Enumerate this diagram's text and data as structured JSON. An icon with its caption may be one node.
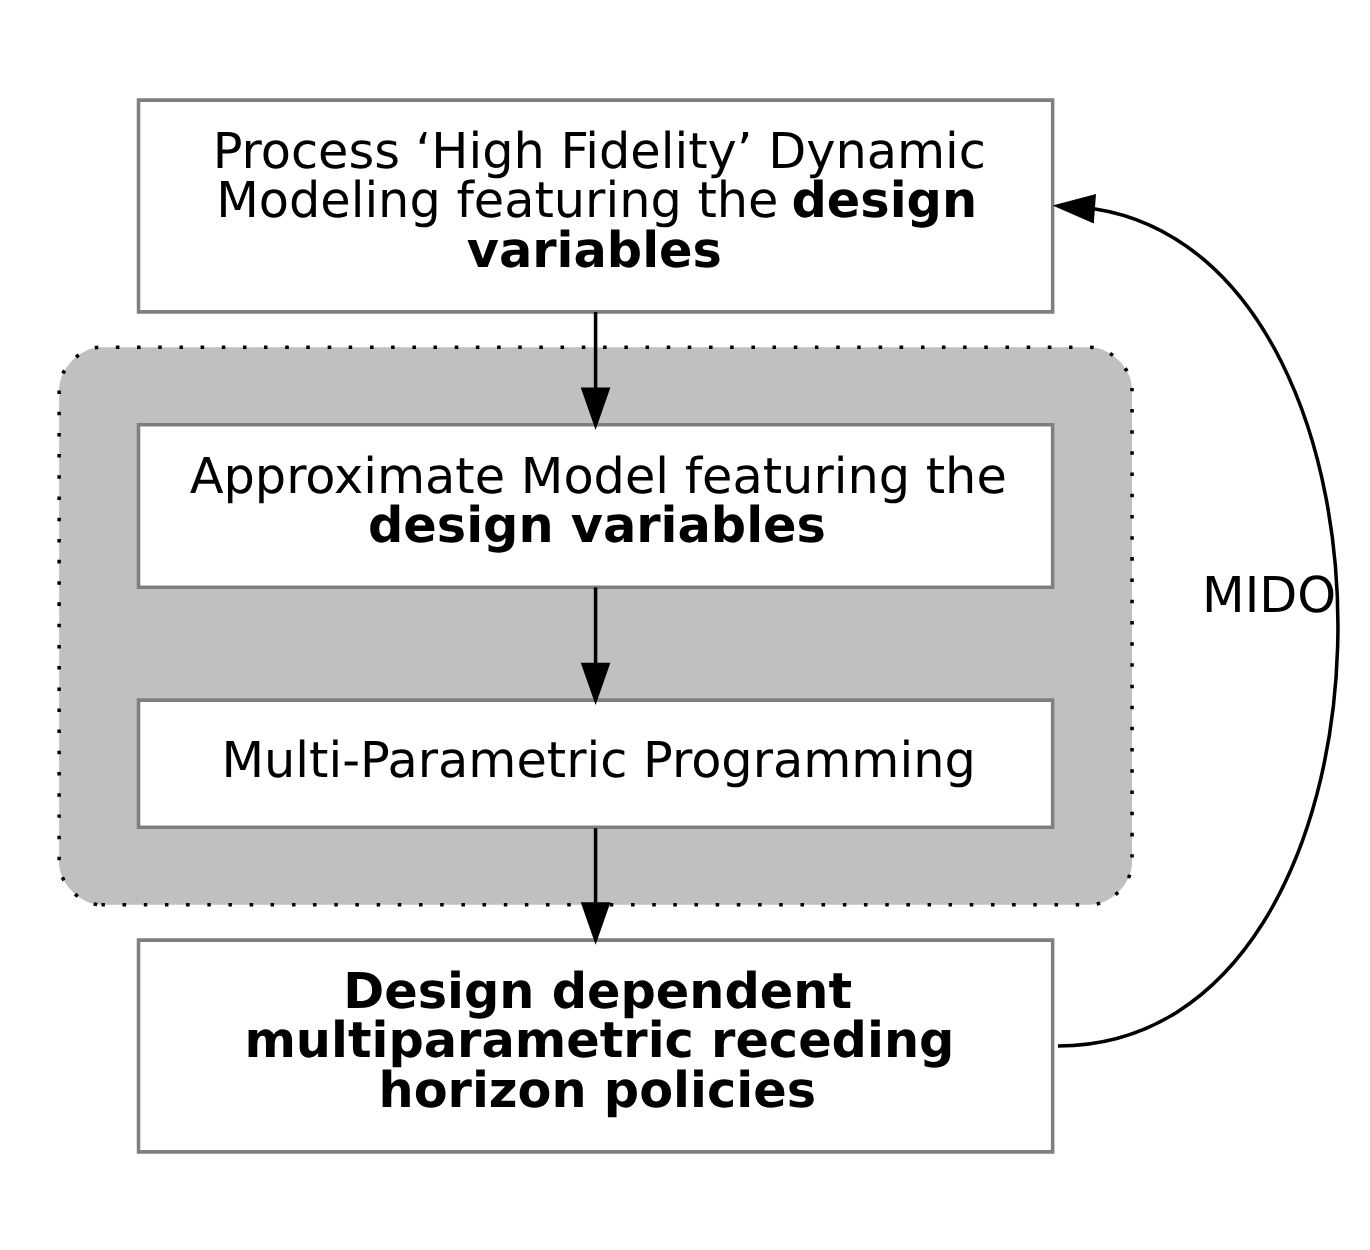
{
  "diagram": {
    "nodes": [
      {
        "text": [
          "Process ‘High Fidelity’ Dynamic Modeling featuring the **design variables**"
        ]
      },
      {
        "text": [],
        "shape": "box"
      },
      {
        "text": [
          "Approximate Model featuring the **design variables**"
        ],
        "in": 1
      },
      {
        "text": [
          "Multi-Parametric Programming"
        ],
        "in": 1
      },
      {
        "text": [
          "Design dependent multiparametric receding horizon policies"
        ]
      }
    ],
    "edges": [
      {
        "from": 0,
        "to": 2,
        "arrow": "to"
      },
      {
        "from": 2,
        "to": 3,
        "arrow": "to"
      },
      {
        "from": 3,
        "to": 4,
        "arrow": "to"
      },
      {
        "from": 4,
        "to": 0,
        "arrow": "to",
        "label": "MIDO"
      }
    ]
  }
}
